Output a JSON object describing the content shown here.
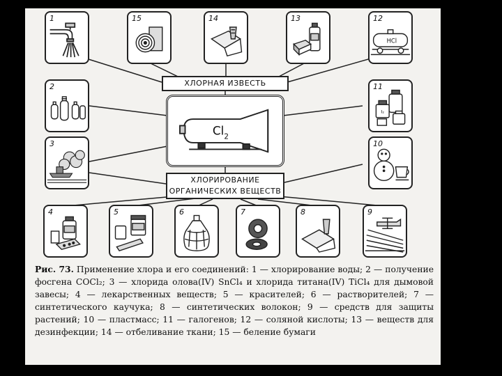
{
  "diagram": {
    "center_formula": "Cl",
    "center_subscript": "2",
    "top_label": "ХЛОРНАЯ ИЗВЕСТЬ",
    "bottom_label_line1": "ХЛОРИРОВАНИЕ",
    "bottom_label_line2": "ОРГАНИЧЕСКИХ ВЕЩЕСТВ",
    "numbers": {
      "n1": "1",
      "n2": "2",
      "n3": "3",
      "n4": "4",
      "n5": "5",
      "n6": "6",
      "n7": "7",
      "n8": "8",
      "n9": "9",
      "n10": "10",
      "n11": "11",
      "n12": "12",
      "n13": "13",
      "n14": "14",
      "n15": "15"
    },
    "tank_text": "HCl",
    "jar_text": "I₂"
  },
  "caption": {
    "fig": "Рис. 73.",
    "body": "Применение хлора и его соединений: 1 — хлорирование воды; 2 — получение фосгена COCl₂; 3 — хлорида олова(IV) SnCl₄ и хлорида титана(IV) TiCl₄ для дымовой завесы; 4 — лекарственных веществ; 5 — красителей; 6 — растворителей; 7 — синтетического каучука; 8 — синтетических волокон; 9 — средств для защиты растений; 10 — пластмасс; 11 — галогенов; 12 — соляной кислоты; 13 — веществ для дезинфекции; 14 — отбеливание ткани; 15 — беление бумаги"
  }
}
